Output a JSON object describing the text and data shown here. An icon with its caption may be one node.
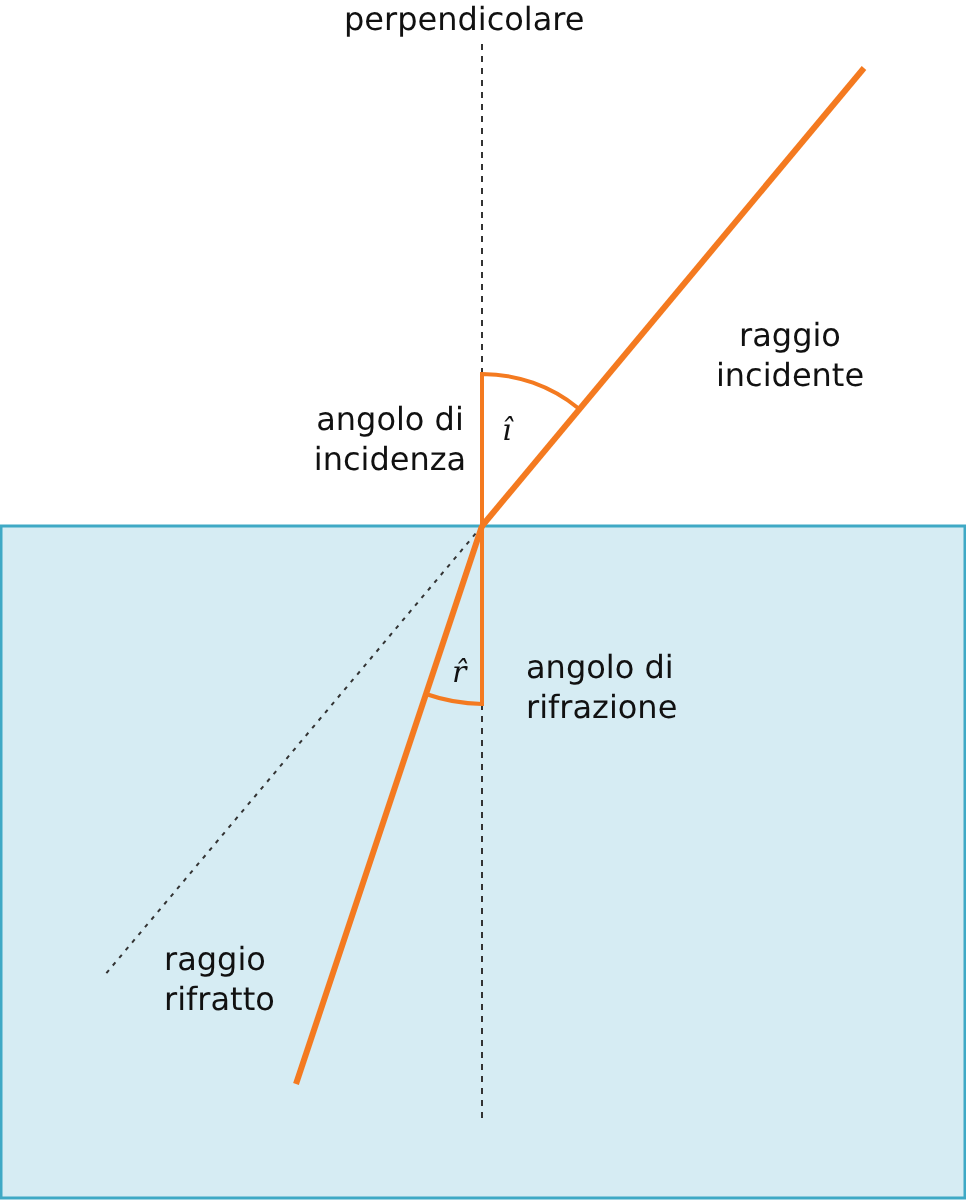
{
  "diagram": {
    "labels": [
      "perpendicolare",
      "raggio incidente",
      "angolo di incidenza",
      "î",
      "angolo di rifrazione",
      "r̂",
      "raggio rifratto"
    ]
  }
}
